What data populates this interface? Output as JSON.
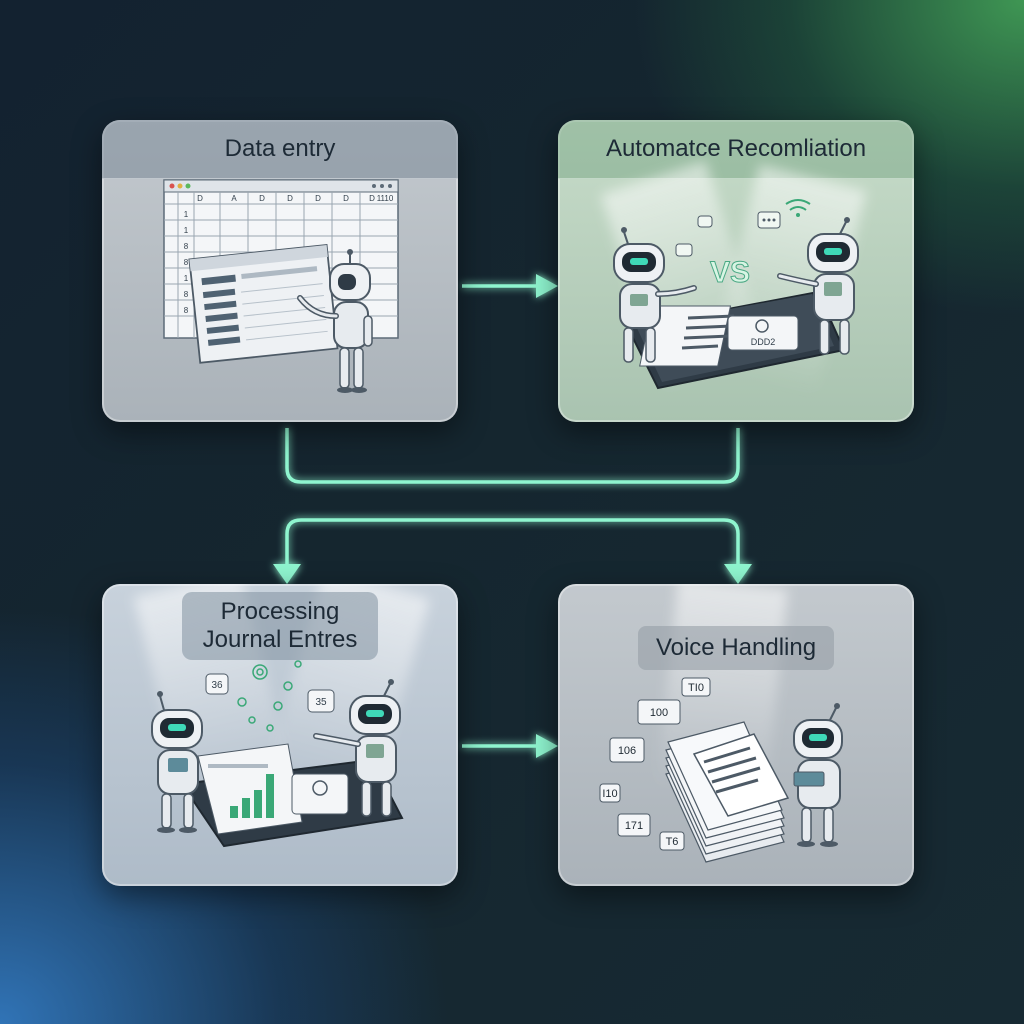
{
  "panels": {
    "data_entry": {
      "title": "Data entry",
      "sheet_cols": [
        "D",
        "A",
        "D",
        "D",
        "D",
        "D",
        "D",
        "1110"
      ],
      "sheet_rows": [
        "1",
        "1",
        "8",
        "8",
        "1",
        "8",
        "8"
      ]
    },
    "reconciliation": {
      "title": "Automatce Recomliation",
      "vs_label": "VS",
      "card_label": "DDD2"
    },
    "journal": {
      "title": "Processing\nJournal Entres",
      "title_line1": "Processing",
      "title_line2": "Journal Entres",
      "badge_a": "36",
      "badge_b": "35"
    },
    "voice": {
      "title": "Voice Handling",
      "tags": [
        "TI0",
        "100",
        "106",
        "I10",
        "171",
        "T6"
      ]
    }
  },
  "colors": {
    "accent": "#6ff0c0",
    "robot_eye": "#3fd9b8",
    "panel_text": "#1d2a36"
  }
}
